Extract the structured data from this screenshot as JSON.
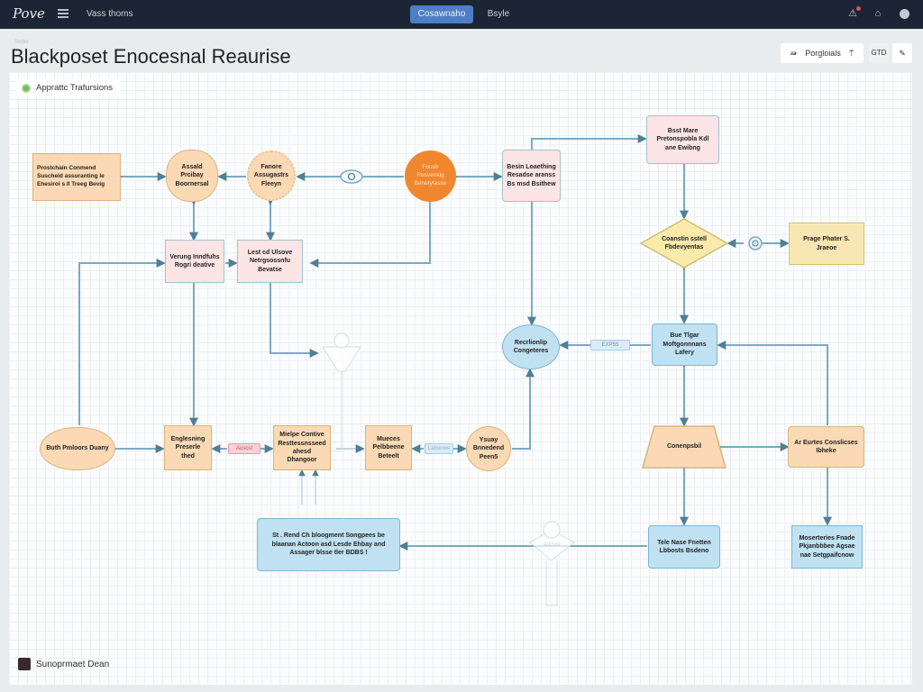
{
  "app": {
    "logo": "Pove",
    "workspace_name": "Vass thoms",
    "tabs": [
      {
        "label": "Cosawnaho",
        "active": true
      },
      {
        "label": "Bsyle",
        "active": false
      }
    ],
    "icons": [
      "notification-icon",
      "home-icon",
      "user-avatar-icon"
    ]
  },
  "page": {
    "breadcrumb": "Seder",
    "title": "Blackposet Enocesnal Reaurise",
    "toolbar": {
      "share_label": "Porgloials",
      "pin_icon": "pin-icon",
      "grid_label": "GTD",
      "edit_icon": "pencil-icon"
    },
    "diagram_label": "Apprattc Trafursions"
  },
  "nodes": {
    "n1": "Prostchain Conmend Suscheld assuranting le Ehesiroi s Il Treeg Bevig",
    "n2": "Assald Prcibay Boornersal",
    "n3": "Fanore Assugastrs Fleeyn",
    "n4": "Fousb Resvenkig Benetytasse",
    "n5": "Besin Loaething Resadse aranss Bs msd Bsithew",
    "n6": "Bsst Mare Pretonspobla Kdl ane Ewibng",
    "n7": "Verung Inndfuhs Rogri deative",
    "n8": "Lest cd Ulsove Netrgsossnfu Bevatse",
    "n9": "Coanstin sstell Fbdevyentas",
    "n10": "Prage Phater S. Jraeoe",
    "n11": "Recrlionlip Congeteres",
    "n12": "Bue Tlgar Moftgonnnans Lafery",
    "n13": "Buth Pmloors Duany",
    "n14": "Englesning Preserle thed",
    "n15": "Mielpe Contive Resttessnsseed ahesd Dhangoor",
    "n16": "Mueces Pelbbeene Beteelt",
    "n17": "Ysuay Bnnedend Peen5",
    "n18": "Conenpsbil",
    "n19": "Ar Eurtes Conslicses Ibheke",
    "n20": "St . Rend Ch bloogment Songpees be blaanan Actoon asd Lesde Ehbay and Assager blsse tler BDBS !",
    "n21": "Tele Nase Fnetten Lbbosts Bsdeno",
    "n22": "Moserteries Fnade Pkjanbbbee Agsae nae Setgpaifcnow"
  },
  "edge_labels": {
    "e1": "EXP55",
    "e2": "Auscst",
    "e3": "Laboowe",
    "e4": "Adcsre"
  },
  "footer": {
    "user_name": "Sunoprmaet Dean"
  },
  "colors": {
    "topbar": "#1c2533",
    "accent": "#4e7fc4",
    "node_orange": "#fad9b4",
    "node_pink": "#fde5e5",
    "node_blue": "#bfe1f2",
    "node_yellow": "#fbe8b0",
    "node_accent_orange": "#f0872f",
    "edge": "#7aaac4"
  }
}
